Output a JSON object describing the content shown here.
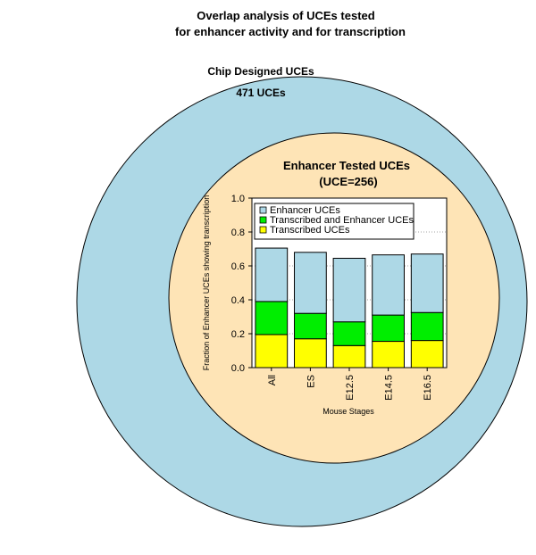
{
  "figure": {
    "title_line1": "Overlap analysis of UCEs tested",
    "title_line2": "for enhancer activity and for transcription"
  },
  "venn": {
    "outer": {
      "name": "Chip Designed UCEs",
      "count_label": "471 UCEs",
      "color": "#add8e6"
    },
    "inner": {
      "name": "Enhancer Tested UCEs",
      "count_label": "(UCE=256)",
      "color": "#fee4b6"
    }
  },
  "colors": {
    "enhancer": "#add8e6",
    "transcribed_and_enhancer": "#00ee00",
    "transcribed": "#ffff00"
  },
  "chart_data": {
    "type": "bar",
    "stacked": true,
    "categories": [
      "All",
      "ES",
      "E12.5",
      "E14.5",
      "E16.5"
    ],
    "series": [
      {
        "name": "Transcribed UCEs",
        "values": [
          0.195,
          0.17,
          0.13,
          0.155,
          0.16
        ],
        "color": "#ffff00"
      },
      {
        "name": "Transcribed and Enhancer UCEs",
        "values": [
          0.195,
          0.15,
          0.14,
          0.155,
          0.165
        ],
        "color": "#00ee00"
      },
      {
        "name": "Enhancer UCEs",
        "values": [
          0.315,
          0.36,
          0.375,
          0.355,
          0.345
        ],
        "color": "#add8e6"
      }
    ],
    "legend_order": [
      "Enhancer UCEs",
      "Transcribed and Enhancer UCEs",
      "Transcribed UCEs"
    ],
    "legend_position": "top",
    "ylim": [
      0,
      1.0
    ],
    "yticks": [
      0.0,
      0.2,
      0.4,
      0.6,
      0.8,
      1.0
    ],
    "ytick_labels": [
      "0.0",
      "0.2",
      "0.4",
      "0.6",
      "0.8",
      "1.0"
    ],
    "gridlines": "dotted horizontal",
    "xlabel": "Mouse Stages",
    "ylabel": "Fraction of Enhancer UCEs showing transcription"
  }
}
